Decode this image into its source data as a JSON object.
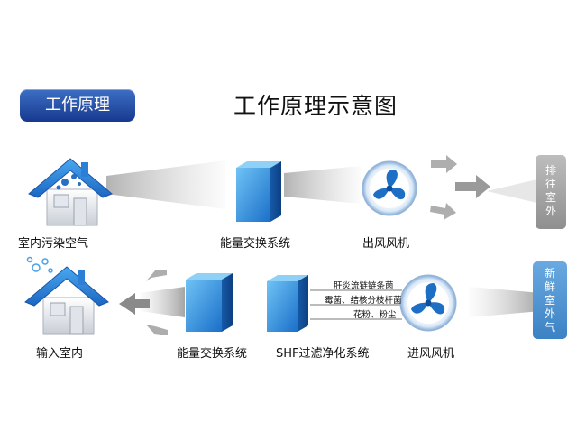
{
  "badge": "工作原理",
  "title": "工作原理示意图",
  "top_row": {
    "indoor_label": "室内污染空气",
    "exchanger_label": "能量交换系统",
    "exhaust_fan_label": "出风风机",
    "outlet_box": "排往室外"
  },
  "bottom_row": {
    "indoor_label": "输入室内",
    "exchanger_label": "能量交换系统",
    "filter_label": "SHF过滤净化系统",
    "intake_fan_label": "进风风机",
    "inlet_box": "新鲜室外气",
    "filter_items": [
      "肝炎流链链条菌",
      "霉菌、结核分枝杆菌",
      "花粉、粉尘"
    ]
  },
  "colors": {
    "accent": "#1e4ea5",
    "fan_blue": "#1e73c8",
    "cube_blue": "#2c8de0",
    "side_box_blue": "#4f97d6"
  }
}
